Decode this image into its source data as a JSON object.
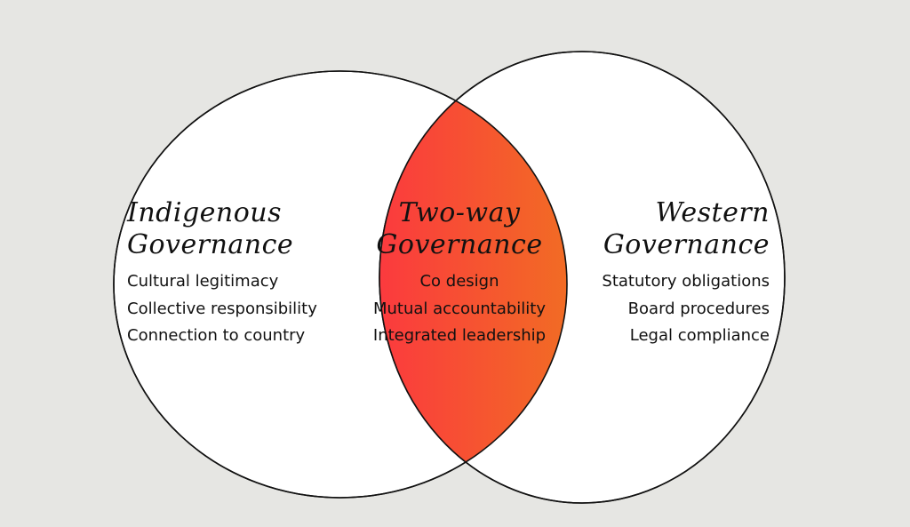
{
  "diagram": {
    "left": {
      "title_line1": "Indigenous",
      "title_line2": "Governance",
      "items": [
        "Cultural legitimacy",
        "Collective responsibility",
        "Connection to country"
      ]
    },
    "center": {
      "title_line1": "Two-way",
      "title_line2": "Governance",
      "items": [
        "Co design",
        "Mutual accountability",
        "Integrated leadership"
      ]
    },
    "right": {
      "title_line1": "Western",
      "title_line2": "Governance",
      "items": [
        "Statutory obligations",
        "Board procedures",
        "Legal compliance"
      ]
    }
  },
  "colors": {
    "background": "#e6e6e3",
    "circle_fill": "#ffffff",
    "outline": "#111111",
    "overlap_gradient_start": "#fb3a3e",
    "overlap_gradient_mid": "#f26a25",
    "overlap_gradient_end": "#fdd034"
  }
}
